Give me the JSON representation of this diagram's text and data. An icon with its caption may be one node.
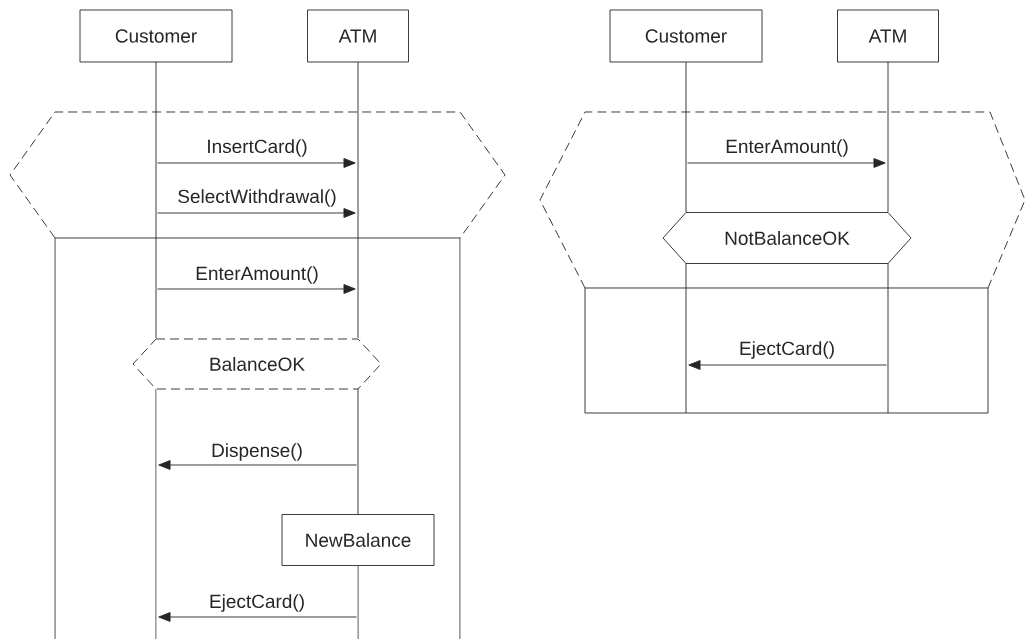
{
  "diagram": {
    "nodes": [
      {
        "text": [
          "Customer"
        ]
      },
      {
        "text": [
          "ATM"
        ]
      },
      {
        "text": [
          "BalanceOK"
        ]
      },
      {
        "text": [
          "NewBalance"
        ]
      },
      {
        "text": [
          "Customer"
        ]
      },
      {
        "text": [
          "ATM"
        ]
      },
      {
        "text": [
          "NotBalanceOK"
        ]
      }
    ],
    "edges": [
      {
        "from": 0,
        "to": 1,
        "label": "InsertCard()",
        "arrow": "to"
      },
      {
        "from": 0,
        "to": 1,
        "label": "SelectWithdrawal()",
        "arrow": "to"
      },
      {
        "from": 0,
        "to": 1,
        "label": "EnterAmount()",
        "arrow": "to"
      },
      {
        "from": 1,
        "to": 0,
        "label": "Dispense()",
        "arrow": "to"
      },
      {
        "from": 1,
        "to": 0,
        "label": "EjectCard()",
        "arrow": "to"
      },
      {
        "from": 4,
        "to": 5,
        "label": "EnterAmount()",
        "arrow": "to"
      },
      {
        "from": 5,
        "to": 4,
        "label": "EjectCard()",
        "arrow": "to"
      }
    ]
  }
}
